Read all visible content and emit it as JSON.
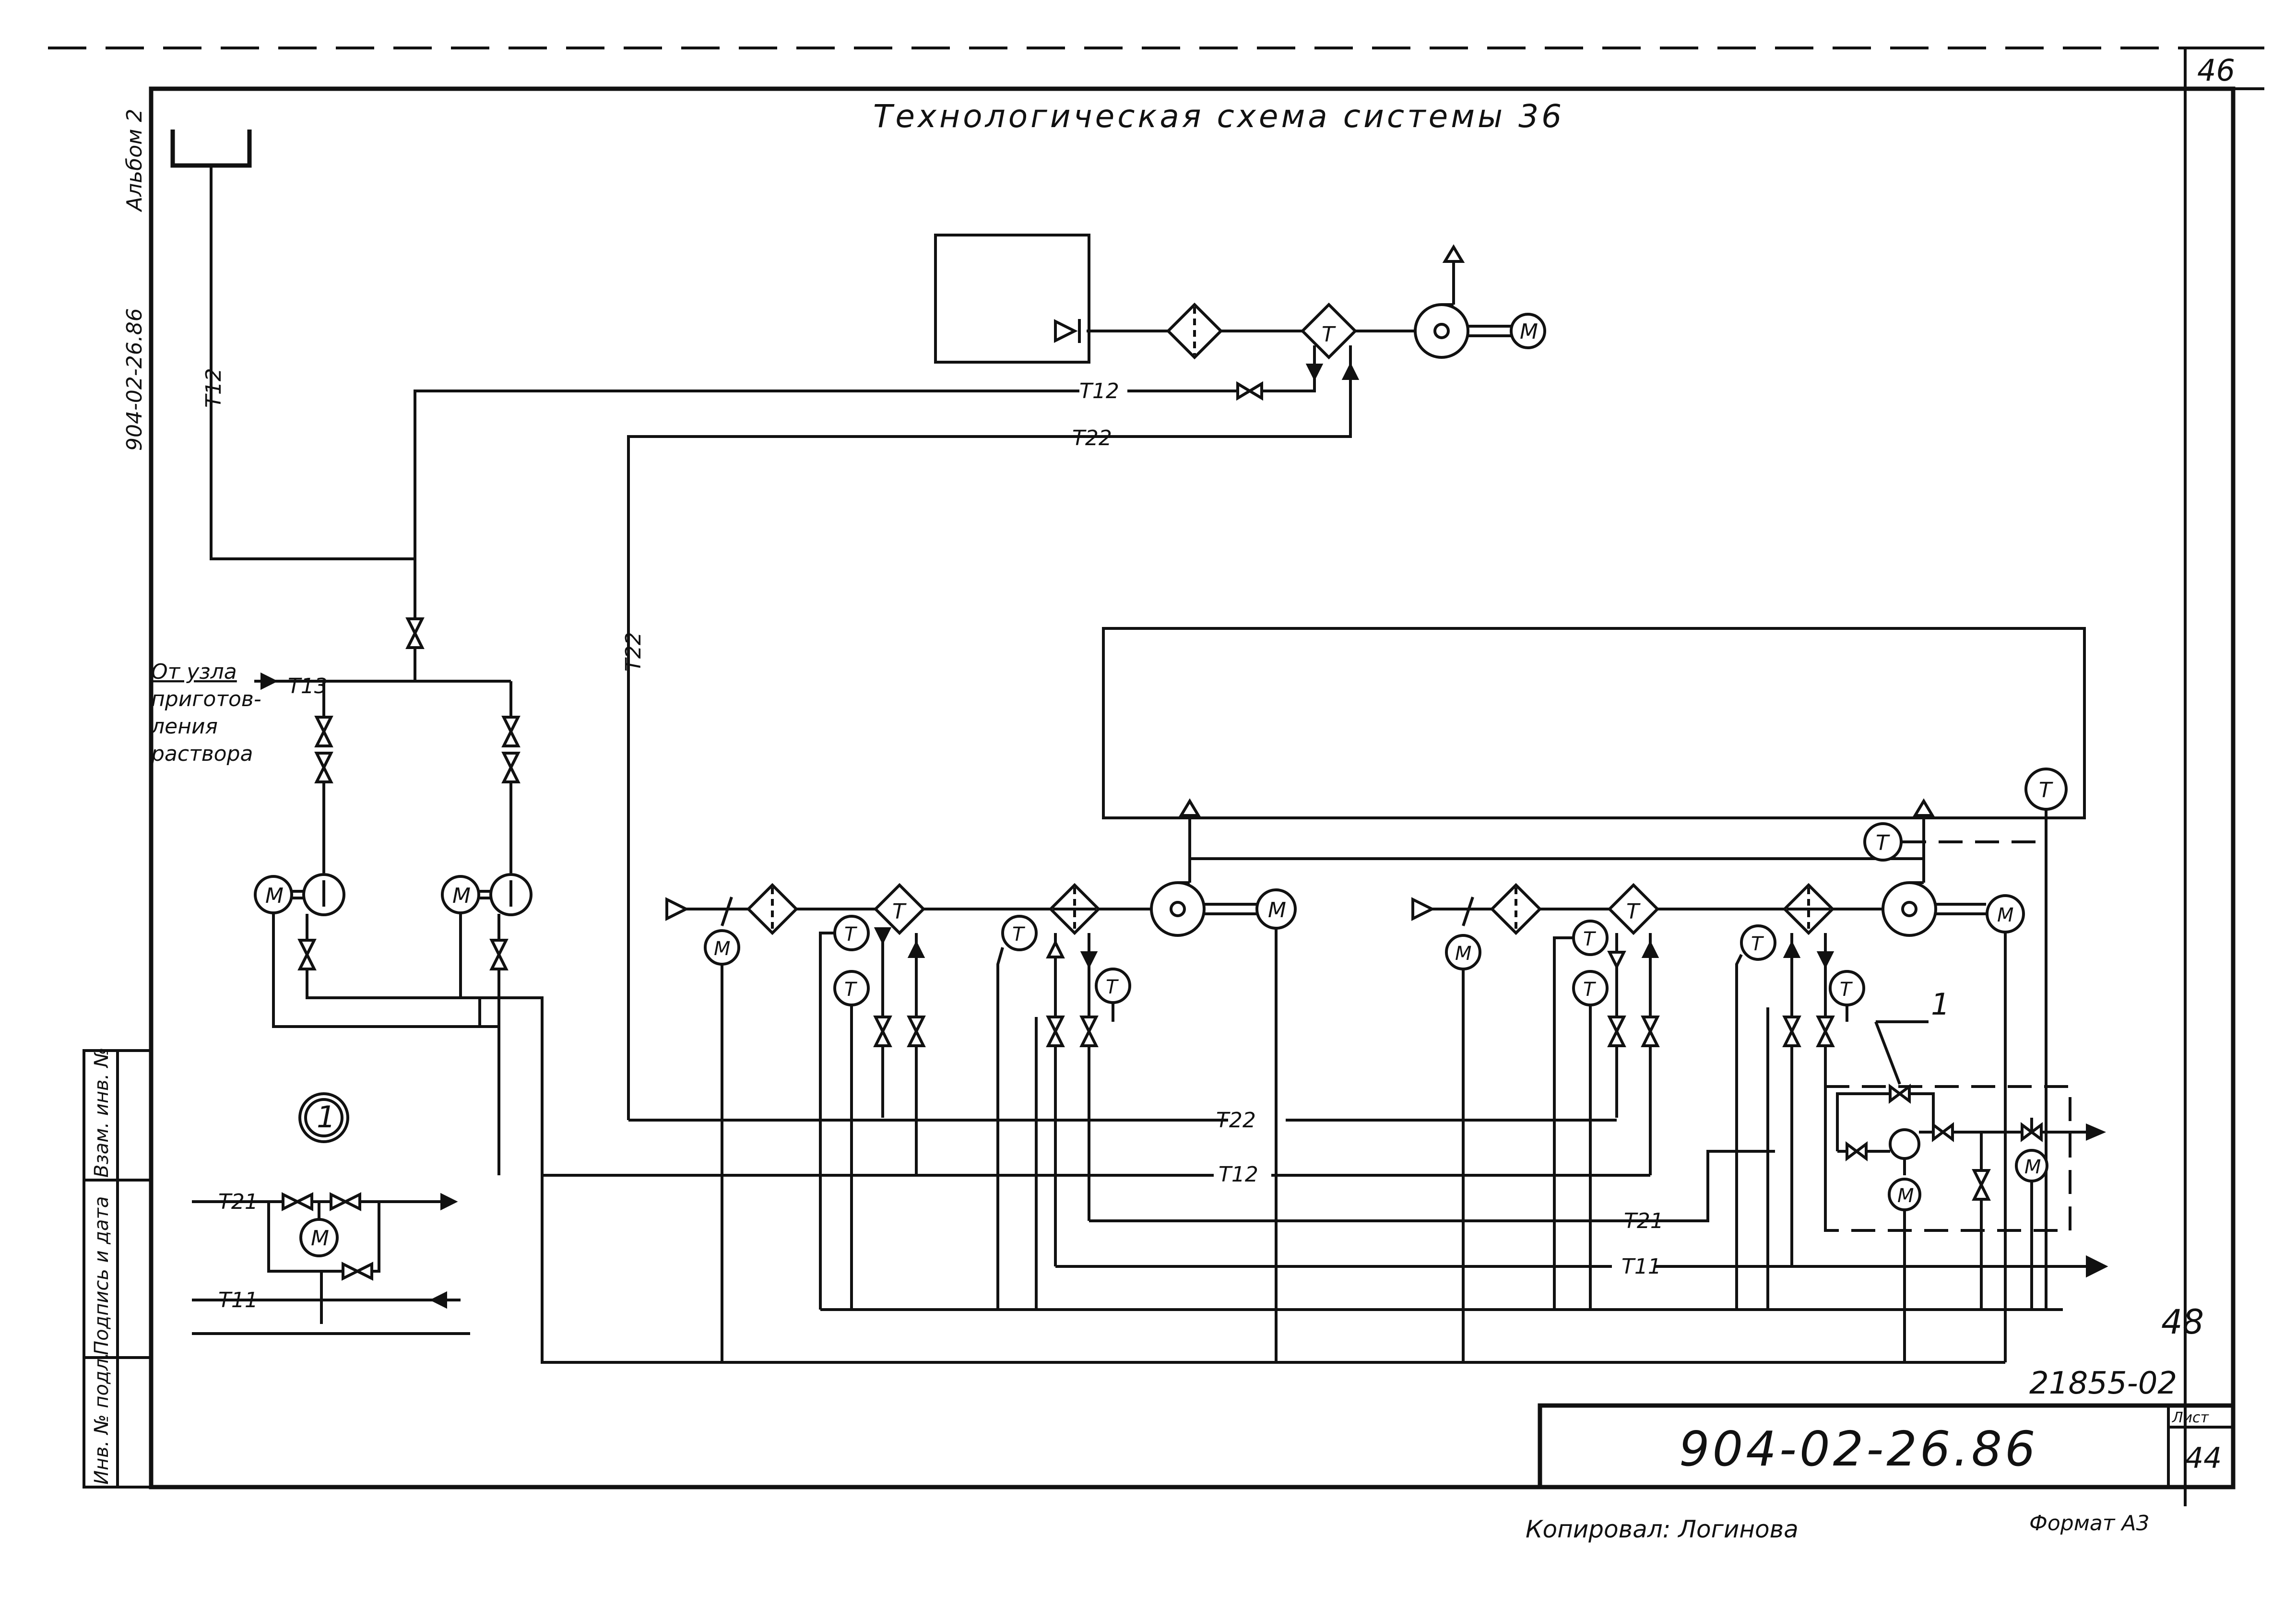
{
  "sheet": {
    "page_number": "46",
    "title": "Технологическая схема системы 36",
    "side_album": "Альбом 2",
    "side_code": "904-02-26.86",
    "inventory_number": "21855-02",
    "doc_code": "904-02-26.86",
    "sheet_label": "Лист",
    "sheet_number": "44",
    "copied_by": "Копировал: Логинова",
    "format": "Формат А3",
    "corner_mark": "48",
    "stamp_cells": [
      "Инв. № подл.",
      "Подпись и дата",
      "Взам. инв. №"
    ]
  },
  "diagram": {
    "source_label": [
      "От узла",
      "приготов-",
      "ления",
      "раствора"
    ],
    "line_labels": {
      "t12_vertical": "Т12",
      "t22_vertical": "Т22",
      "t12_top": "Т12",
      "t22_top": "Т22",
      "t13": "Т13",
      "t22_bottom": "Т22",
      "t12_bottom": "Т12",
      "t21_bottom": "Т21",
      "t11_bottom": "Т11",
      "t21_detail": "Т21",
      "t11_detail": "Т11"
    },
    "detail_marker": "1",
    "callout": "1",
    "symbols": {
      "motor": "М",
      "temperature": "Т"
    }
  }
}
